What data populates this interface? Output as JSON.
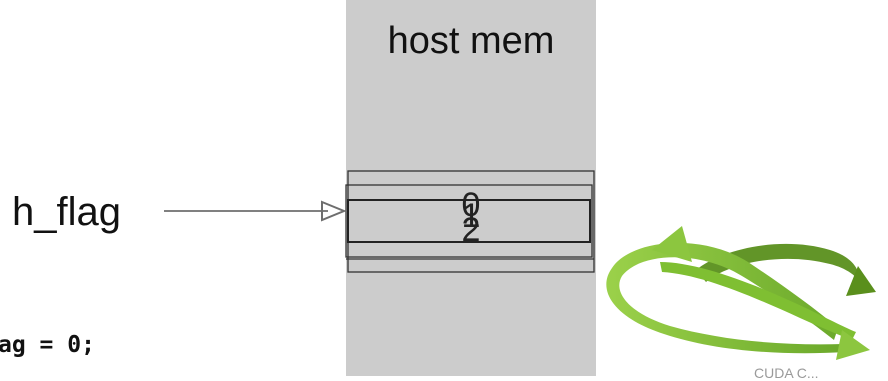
{
  "memory_region": {
    "title": "host mem"
  },
  "variable": {
    "name": "h_flag"
  },
  "flag_values": [
    "0",
    "1",
    "2"
  ],
  "code": {
    "line": "ag = 0;"
  },
  "footer": {
    "text": "CUDA C..."
  },
  "colors": {
    "memory_background": "#cccccc",
    "cell_border": "#333333",
    "pointer_arrow": "#808080",
    "loop_arrow_light": "#8cc63f",
    "loop_arrow_dark": "#5a8f1c"
  },
  "icons": [
    "pointer-arrow-icon",
    "loop-arrow-icon"
  ]
}
